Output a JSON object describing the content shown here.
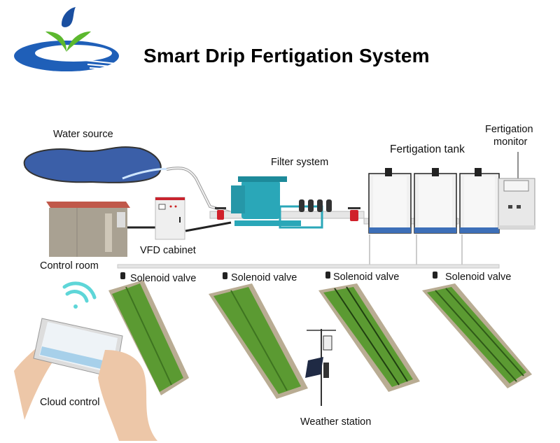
{
  "header": {
    "title": "Smart Drip Fertigation System",
    "logo": "water-drop-sprout-logo"
  },
  "components": {
    "water_source": "Water source",
    "control_room": "Control room",
    "vfd_cabinet": "VFD cabinet",
    "filter_system": "Filter system",
    "fertigation_tank": "Fertigation tank",
    "fertigation_monitor_line1": "Fertigation",
    "fertigation_monitor_line2": "monitor",
    "cloud_control": "Cloud control",
    "weather_station": "Weather station"
  },
  "valves": [
    {
      "label": "Solenoid valve"
    },
    {
      "label": "Solenoid valve"
    },
    {
      "label": "Solenoid valve"
    },
    {
      "label": "Solenoid valve"
    }
  ],
  "colors": {
    "water": "#3b6fc0",
    "pipe": "#d8d8d8",
    "filter": "#2aa7b8",
    "valve": "#d0202a",
    "crop": "#5b9a32",
    "soil": "#b9ac93",
    "wifi": "#5ed6d8",
    "logo_blue": "#1f5fb8",
    "logo_green": "#5cb82e"
  }
}
